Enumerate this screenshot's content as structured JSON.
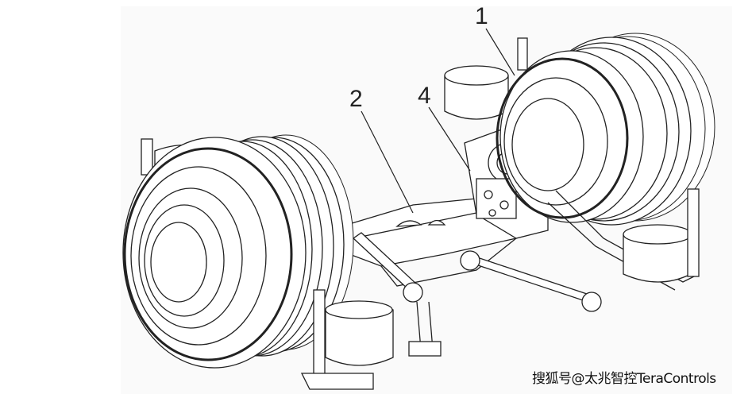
{
  "diagram": {
    "callouts": [
      {
        "id": "1",
        "label": "1"
      },
      {
        "id": "2",
        "label": "2"
      },
      {
        "id": "4",
        "label": "4"
      }
    ]
  },
  "watermark": "搜狐号@太兆智控TeraControls"
}
